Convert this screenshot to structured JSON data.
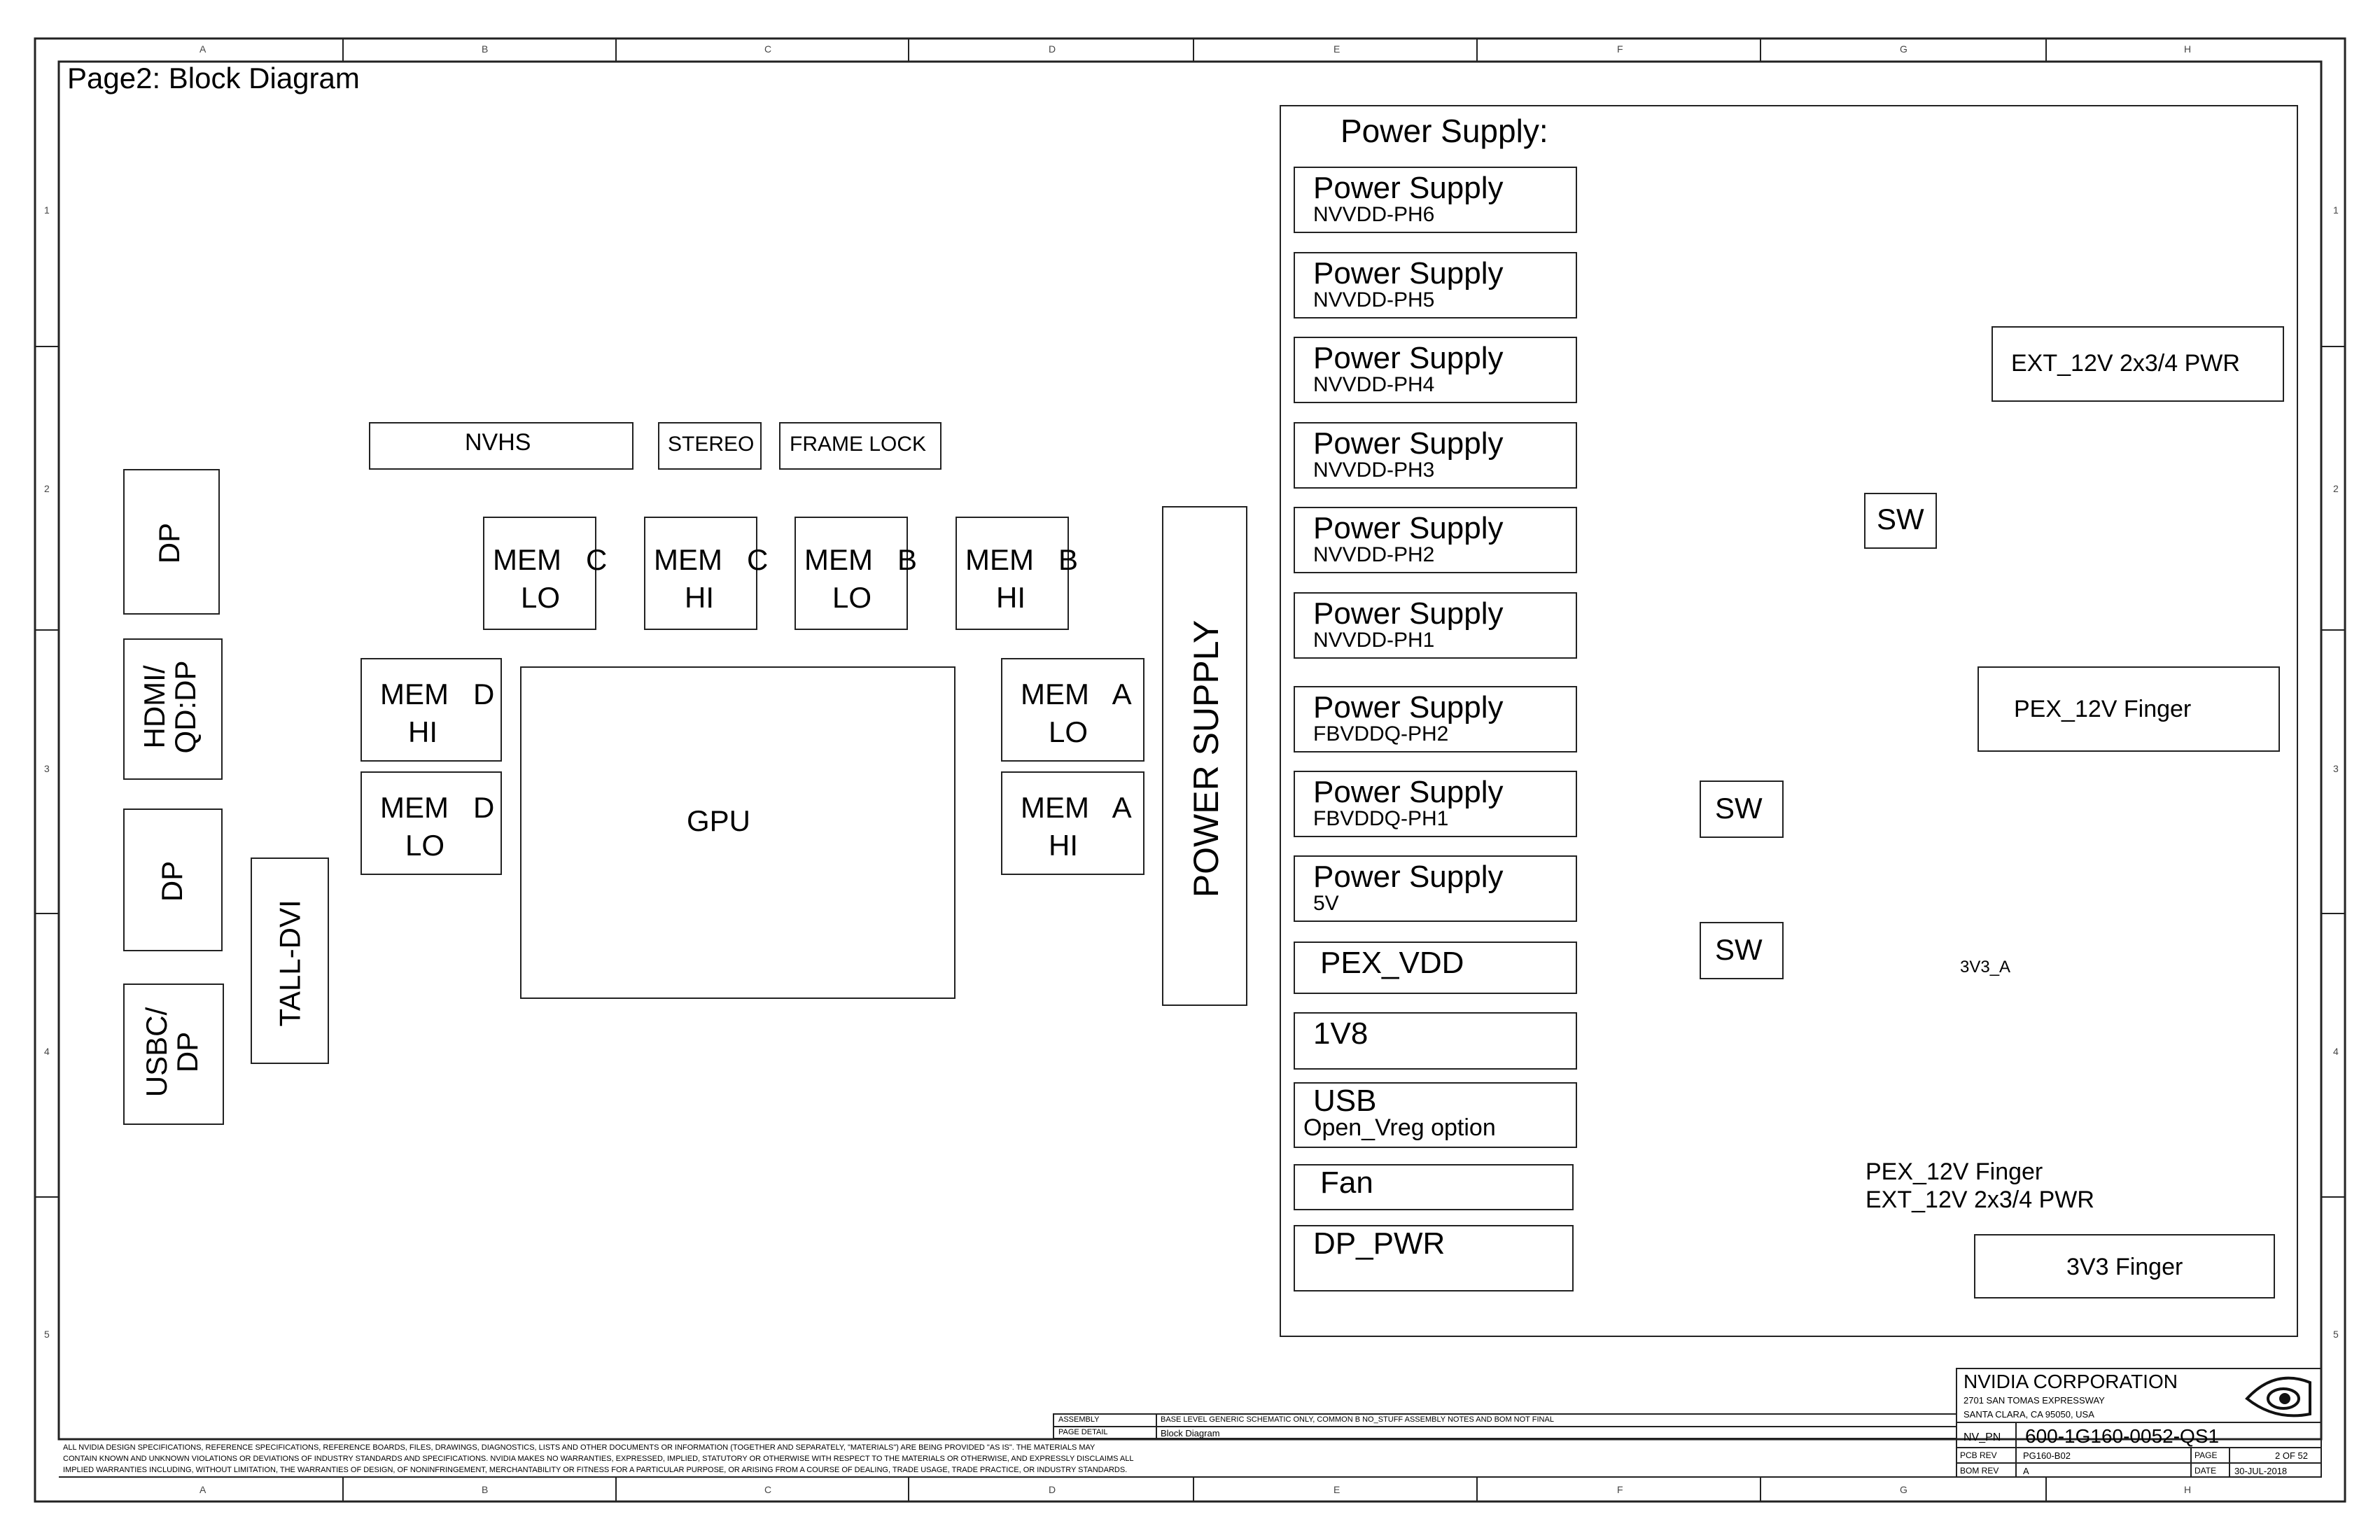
{
  "page_title": "Page2: Block Diagram",
  "border": {
    "columns": [
      "A",
      "B",
      "C",
      "D",
      "E",
      "F",
      "G",
      "H"
    ],
    "rows": [
      "1",
      "2",
      "3",
      "4",
      "5"
    ]
  },
  "connectors": {
    "dp_top": "DP",
    "hdmi": "HDMI/\nQD:DP",
    "dp_bottom": "DP",
    "usbc": "USBC/\nDP",
    "tall_dvi": "TALL-DVI"
  },
  "top_boxes": {
    "nvhs": "NVHS",
    "stereo": "STEREO",
    "frame_lock": "FRAME LOCK"
  },
  "memory": {
    "mem_c_lo": [
      "MEM   C",
      "LO"
    ],
    "mem_c_hi": [
      "MEM   C",
      "HI"
    ],
    "mem_b_lo": [
      "MEM   B",
      "LO"
    ],
    "mem_b_hi": [
      "MEM   B",
      "HI"
    ],
    "mem_d_hi": [
      "MEM   D",
      "HI"
    ],
    "mem_d_lo": [
      "MEM   D",
      "LO"
    ],
    "mem_a_lo": [
      "MEM   A",
      "LO"
    ],
    "mem_a_hi": [
      "MEM   A",
      "HI"
    ]
  },
  "gpu": "GPU",
  "power_supply_vertical": "POWER SUPPLY",
  "power_panel": {
    "title": "Power Supply:",
    "rails": [
      {
        "title": "Power Supply",
        "sub": "NVVDD-PH6"
      },
      {
        "title": "Power Supply",
        "sub": "NVVDD-PH5"
      },
      {
        "title": "Power Supply",
        "sub": "NVVDD-PH4"
      },
      {
        "title": "Power Supply",
        "sub": "NVVDD-PH3"
      },
      {
        "title": "Power Supply",
        "sub": "NVVDD-PH2"
      },
      {
        "title": "Power Supply",
        "sub": "NVVDD-PH1"
      },
      {
        "title": "Power Supply",
        "sub": "FBVDDQ-PH2"
      },
      {
        "title": "Power Supply",
        "sub": "FBVDDQ-PH1"
      },
      {
        "title": "Power Supply",
        "sub": "5V"
      }
    ],
    "pex_vdd": "PEX_VDD",
    "v1v8": "1V8",
    "usb_title": "USB",
    "usb_sub": "Open_Vreg option",
    "fan": "Fan",
    "dp_pwr": "DP_PWR",
    "sw_labels": [
      "SW",
      "SW",
      "SW"
    ],
    "ext_12v": "EXT_12V 2x3/4 PWR",
    "pex_12v": "PEX_12V Finger",
    "v3v3_a": "3V3_A",
    "fan_src_1": "PEX_12V Finger",
    "fan_src_2": "EXT_12V 2x3/4 PWR",
    "v3v3_finger": "3V3 Finger"
  },
  "title_block": {
    "company": "NVIDIA CORPORATION",
    "address1": "2701 SAN TOMAS EXPRESSWAY",
    "address2": "SANTA CLARA, CA 95050, USA",
    "nv_pn_label": "NV_PN",
    "nv_pn": "600-1G160-0052-QS1",
    "pcb_rev_label": "PCB REV",
    "pcb_rev": "PG160-B02",
    "bom_rev_label": "BOM REV",
    "bom_rev": "A",
    "page_label": "PAGE",
    "page": "2 OF 52",
    "date_label": "DATE",
    "date": "30-JUL-2018",
    "assembly_label": "ASSEMBLY",
    "assembly": "BASE LEVEL GENERIC SCHEMATIC ONLY, COMMON B NO_STUFF ASSEMBLY NOTES AND BOM NOT FINAL",
    "page_detail_label": "PAGE DETAIL",
    "page_detail": "Block Diagram",
    "disclaimer_1": "ALL NVIDIA DESIGN SPECIFICATIONS, REFERENCE SPECIFICATIONS, REFERENCE BOARDS, FILES, DRAWINGS, DIAGNOSTICS, LISTS AND OTHER DOCUMENTS OR INFORMATION (TOGETHER AND SEPARATELY, \"MATERIALS\") ARE BEING PROVIDED \"AS IS\". THE MATERIALS MAY",
    "disclaimer_2": "CONTAIN KNOWN AND UNKNOWN VIOLATIONS OR DEVIATIONS OF INDUSTRY STANDARDS AND SPECIFICATIONS. NVIDIA MAKES NO WARRANTIES, EXPRESSED, IMPLIED, STATUTORY OR OTHERWISE WITH RESPECT TO THE MATERIALS OR OTHERWISE, AND EXPRESSLY DISCLAIMS ALL",
    "disclaimer_3": "IMPLIED WARRANTIES INCLUDING, WITHOUT LIMITATION, THE WARRANTIES OF DESIGN, OF NONINFRINGEMENT, MERCHANTABILITY OR FITNESS FOR A PARTICULAR PURPOSE, OR ARISING FROM A COURSE OF DEALING, TRADE USAGE, TRADE PRACTICE, OR INDUSTRY STANDARDS."
  }
}
